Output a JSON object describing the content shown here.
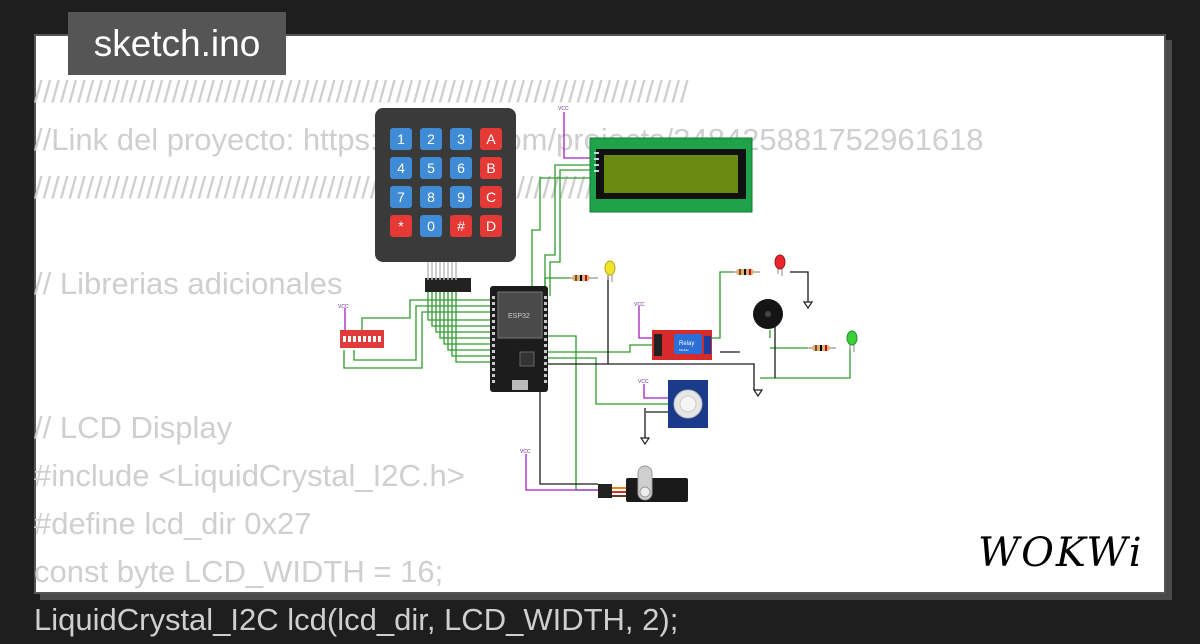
{
  "tab": {
    "title": "sketch.ino"
  },
  "code_lines": [
    "////////////////////////////////////////////////////////////////////////////",
    "//Link del proyecto: https://wokwi.com/projects/348425881752961618",
    "///////////////////////////////////////////////////////////////////////////",
    "",
    "// Librerias adicionales",
    "",
    "",
    "// LCD Display",
    "#include <LiquidCrystal_I2C.h>",
    "#define lcd_dir 0x27",
    "const byte LCD_WIDTH = 16;",
    "LiquidCrystal_I2C lcd(lcd_dir, LCD_WIDTH, 2);"
  ],
  "keypad": {
    "keys": [
      "1",
      "2",
      "3",
      "A",
      "4",
      "5",
      "6",
      "B",
      "7",
      "8",
      "9",
      "C",
      "*",
      "0",
      "#",
      "D"
    ],
    "colors": {
      "number": "#3f8bd6",
      "letter": "#e53935",
      "body": "#3a3a3a"
    }
  },
  "labels": {
    "vcc": "VCC",
    "esp32": "ESP32",
    "relay": "Relay",
    "relay_sub": "Module"
  },
  "colors": {
    "wire_green": "#2e9c2e",
    "wire_black": "#1a1a1a",
    "wire_purple": "#a020c0",
    "lcd_screen": "#6a8a10",
    "lcd_frame": "#1fa34a",
    "led_yellow": "#f2e22a",
    "led_red": "#e8262b",
    "led_green": "#3ccf3c"
  },
  "brand": {
    "logo": "WOKWi"
  }
}
